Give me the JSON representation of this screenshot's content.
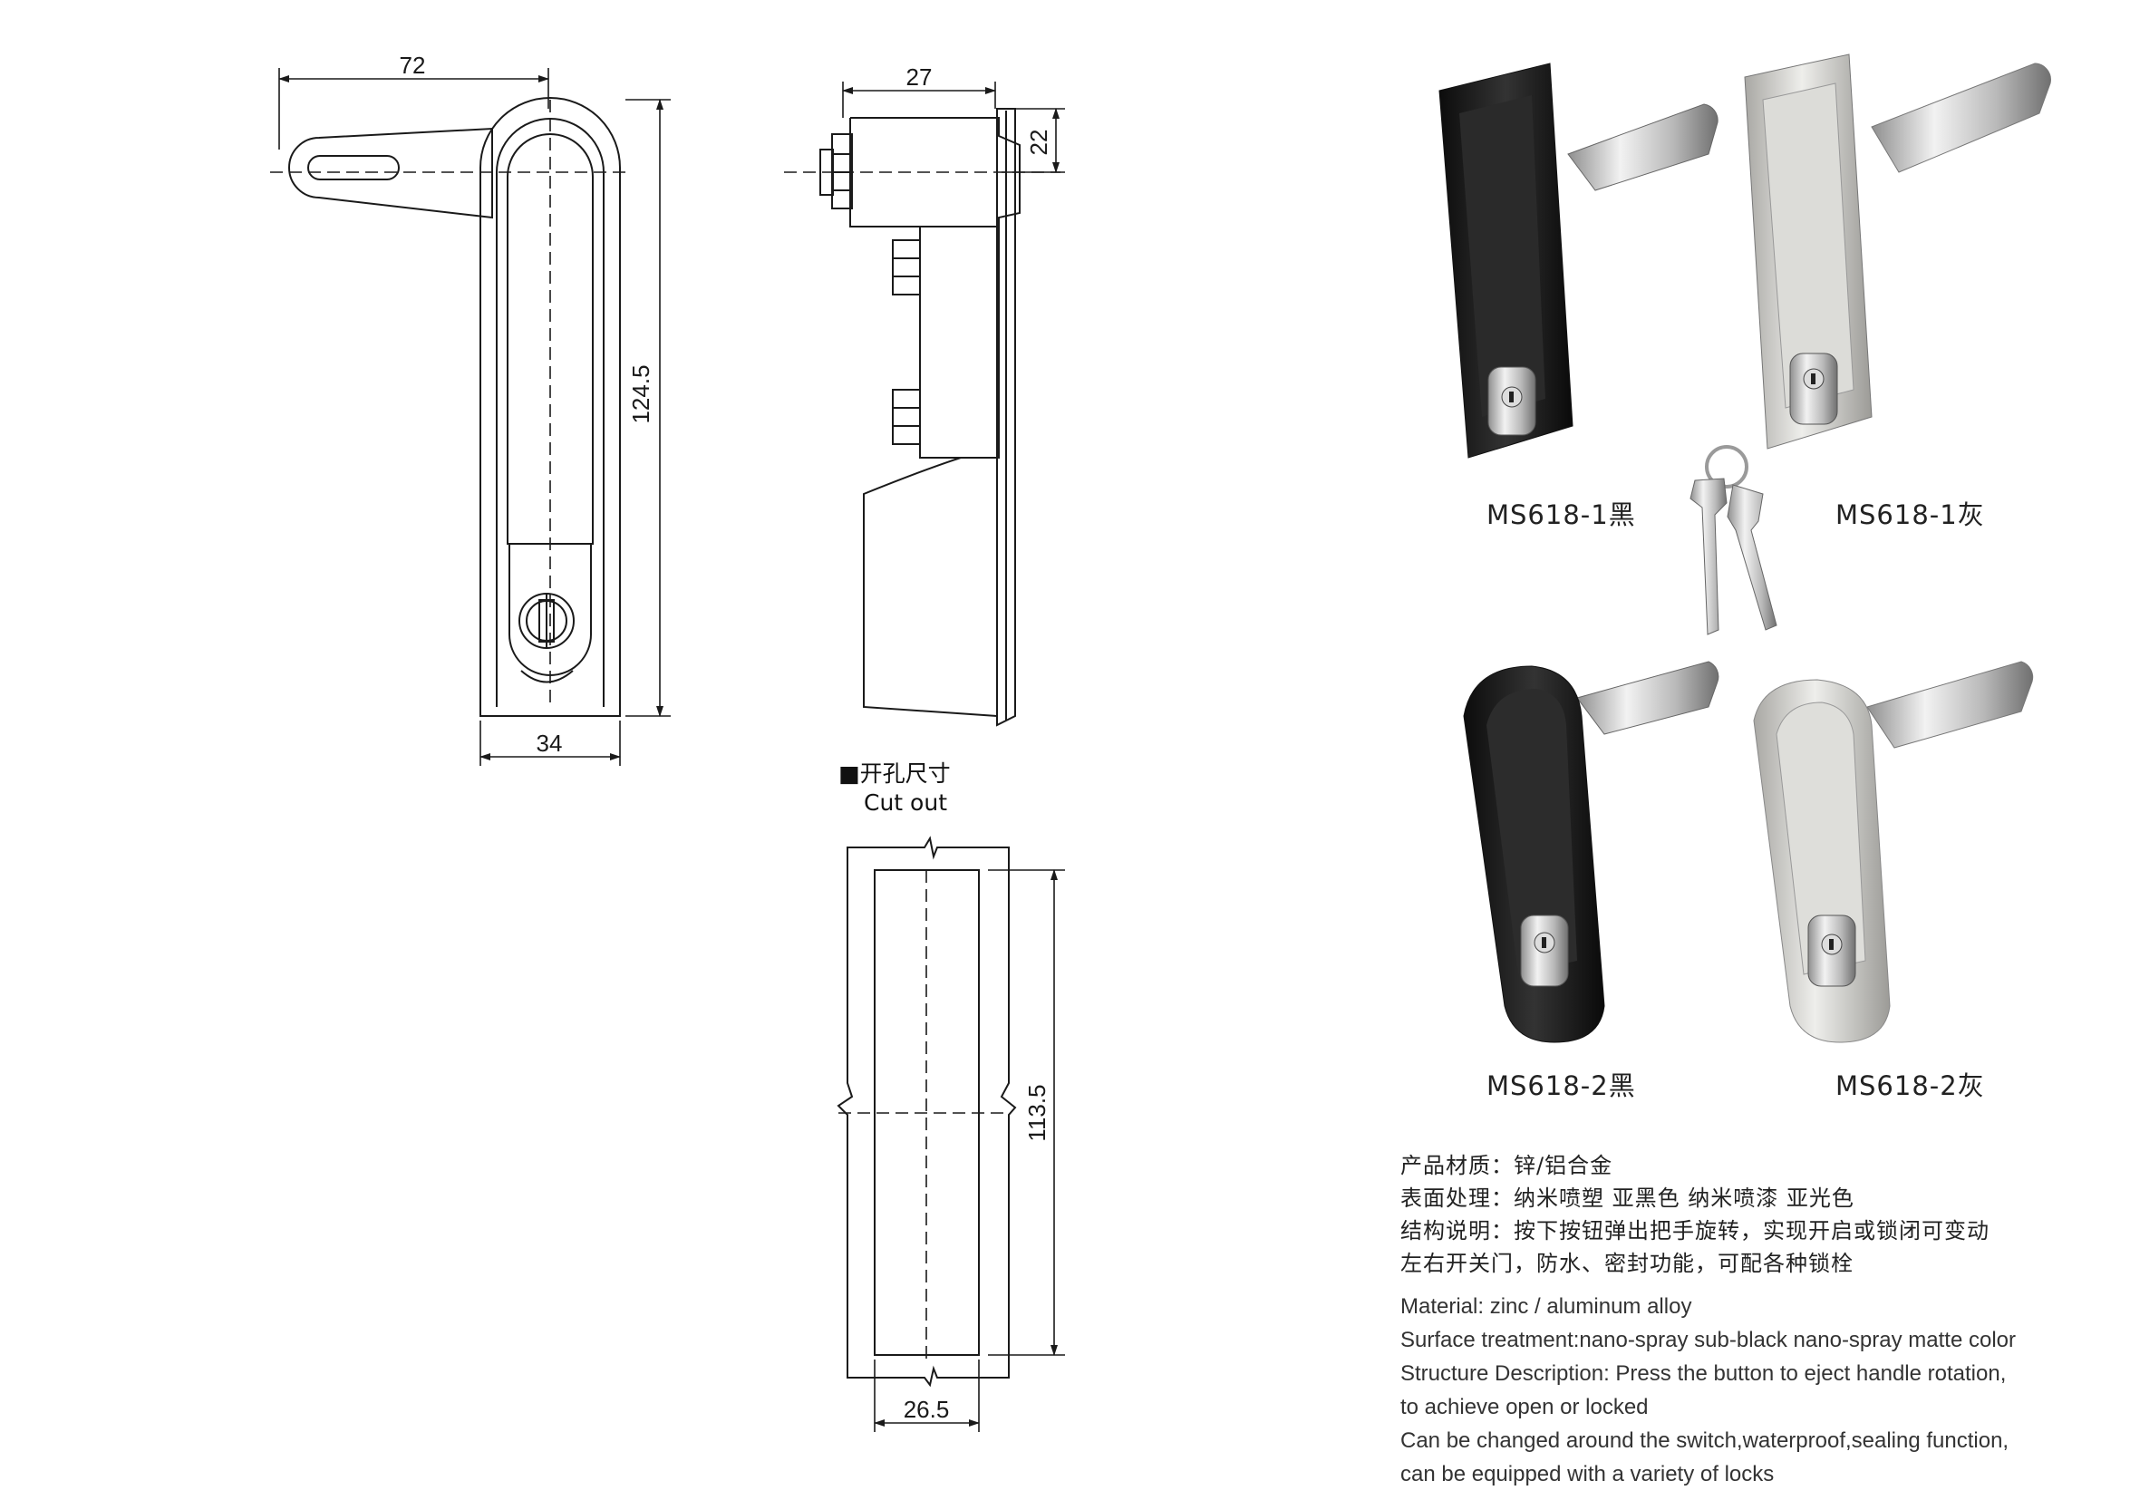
{
  "drawing": {
    "front_width": "72",
    "front_height": "124.5",
    "front_bottom_width": "34",
    "side_depth": "27",
    "side_top": "22",
    "cutout_height": "113.5",
    "cutout_width": "26.5"
  },
  "cutout_label": {
    "marker": "■",
    "cn": "开孔尺寸",
    "en": "Cut out"
  },
  "products": [
    {
      "model": "MS618-1黑",
      "finish": "#1c1c1c"
    },
    {
      "model": "MS618-1灰",
      "finish": "#cfcfcc"
    },
    {
      "model": "MS618-2黑",
      "finish": "#1c1c1c"
    },
    {
      "model": "MS618-2灰",
      "finish": "#cfcfcc"
    }
  ],
  "spec_cn": [
    "产品材质：锌/铝合金",
    "表面处理：纳米喷塑 亚黑色 纳米喷漆 亚光色",
    "结构说明：按下按钮弹出把手旋转，实现开启或锁闭可变动",
    "左右开关门，防水、密封功能，可配各种锁栓"
  ],
  "spec_en": [
    "Material: zinc / aluminum alloy",
    "Surface treatment:nano-spray sub-black nano-spray matte color",
    "Structure Description: Press the button to eject handle rotation,",
    "to achieve open or locked",
    "Can be changed around the switch,waterproof,sealing function,",
    "can be equipped with a variety of locks"
  ]
}
